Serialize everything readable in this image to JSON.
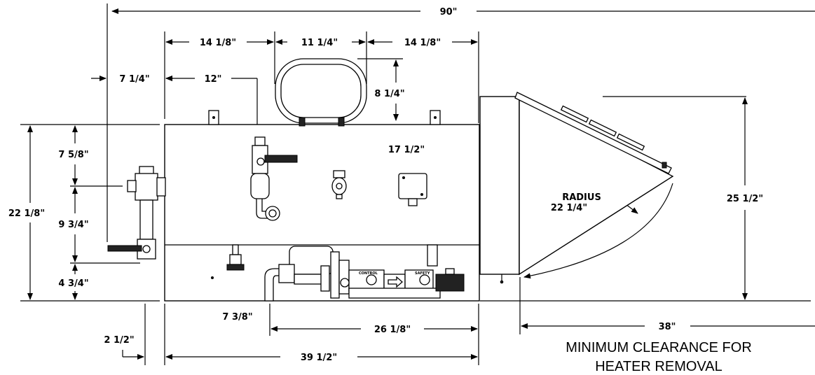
{
  "dimensions": {
    "overall_width": "90\"",
    "left_span": "14 1/8\"",
    "center_span": "11 1/4\"",
    "right_span": "14 1/8\"",
    "left_offset": "7 1/4\"",
    "fitting_offset": "12\"",
    "opening_height": "8 1/4\"",
    "right_fitting": "17 1/2\"",
    "upper_height": "7 5/8\"",
    "overall_height": "22 1/8\"",
    "mid_height": "9 3/4\"",
    "lower_height": "4 3/4\"",
    "drain_height": "7 3/8\"",
    "burner_span": "26 1/8\"",
    "base_offset": "2 1/2\"",
    "base_width": "39 1/2\"",
    "clearance_width": "38\"",
    "heater_height": "25 1/2\"",
    "radius_label": "RADIUS",
    "radius_value": "22 1/4\""
  },
  "labels": {
    "control": "CONTROL",
    "safety": "SAFETY"
  },
  "note": {
    "line1": "MINIMUM CLEARANCE FOR",
    "line2": "HEATER REMOVAL"
  }
}
